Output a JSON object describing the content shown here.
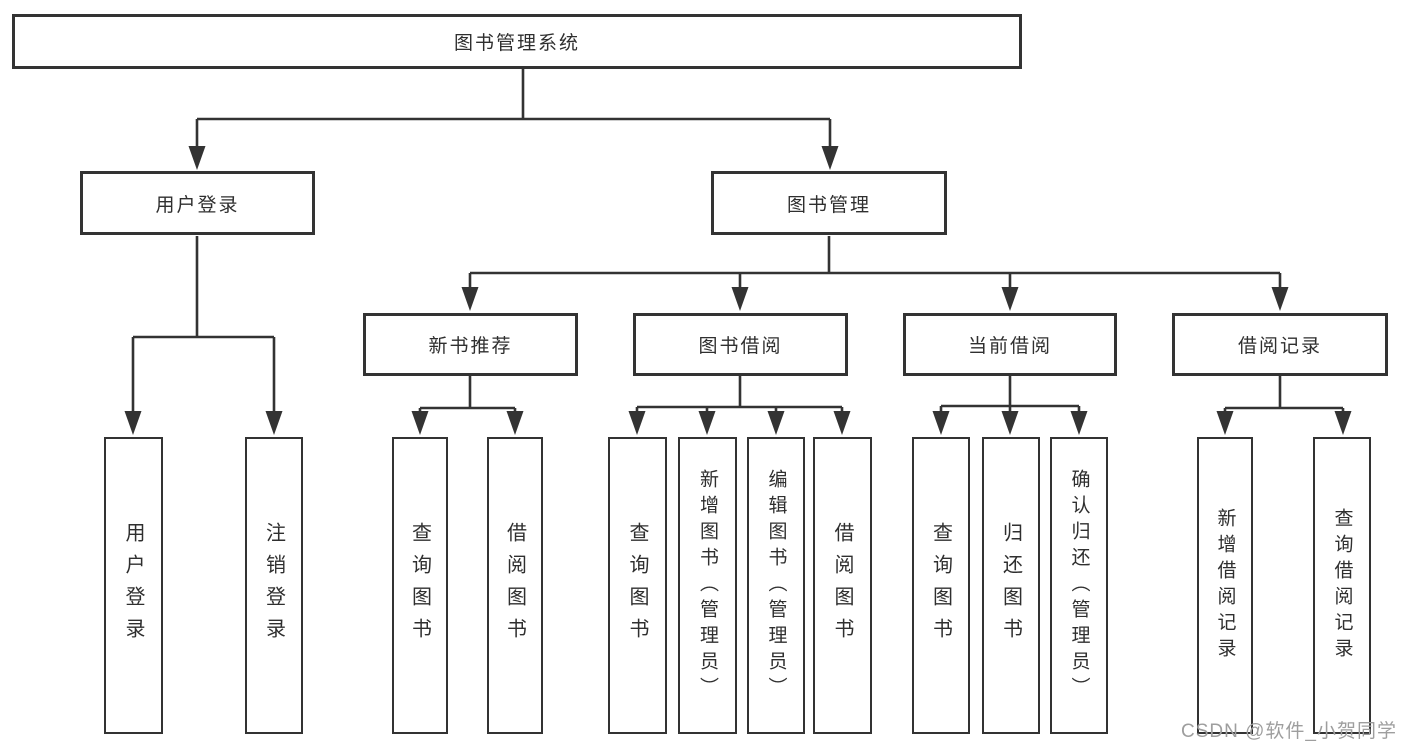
{
  "diagram": {
    "watermark": "CSDN @软件_小贺同学",
    "colors": {
      "line": "#333333",
      "box_border": "#333333",
      "box_fill": "#ffffff",
      "text": "#2f2f2f",
      "watermark_text": "#9e9e9e",
      "background": "#ffffff"
    },
    "nodes": {
      "root": "图书管理系统",
      "user_login_branch": "用户登录",
      "book_mgmt_branch": "图书管理",
      "new_book_rec": "新书推荐",
      "book_borrow": "图书借阅",
      "current_borrow": "当前借阅",
      "borrow_records": "借阅记录",
      "leaf_user_login": "用户登录",
      "leaf_logout": "注销登录",
      "leaf_query_book_rec": "查询图书",
      "leaf_borrow_book_rec": "借阅图书",
      "leaf_query_book_borrow": "查询图书",
      "leaf_add_book_admin": "新增图书（管理员）",
      "leaf_edit_book_admin": "编辑图书（管理员）",
      "leaf_borrow_book_borrow": "借阅图书",
      "leaf_query_book_current": "查询图书",
      "leaf_return_book": "归还图书",
      "leaf_confirm_return_admin": "确认归还（管理员）",
      "leaf_add_borrow_record": "新增借阅记录",
      "leaf_query_borrow_record": "查询借阅记录"
    },
    "edges": [
      "图书管理系统→用户登录",
      "图书管理系统→图书管理",
      "用户登录→用户登录",
      "用户登录→注销登录",
      "图书管理→新书推荐",
      "图书管理→图书借阅",
      "图书管理→当前借阅",
      "图书管理→借阅记录",
      "新书推荐→查询图书",
      "新书推荐→借阅图书",
      "图书借阅→查询图书",
      "图书借阅→新增图书（管理员）",
      "图书借阅→编辑图书（管理员）",
      "图书借阅→借阅图书",
      "当前借阅→查询图书",
      "当前借阅→归还图书",
      "当前借阅→确认归还（管理员）",
      "借阅记录→新增借阅记录",
      "借阅记录→查询借阅记录"
    ]
  }
}
